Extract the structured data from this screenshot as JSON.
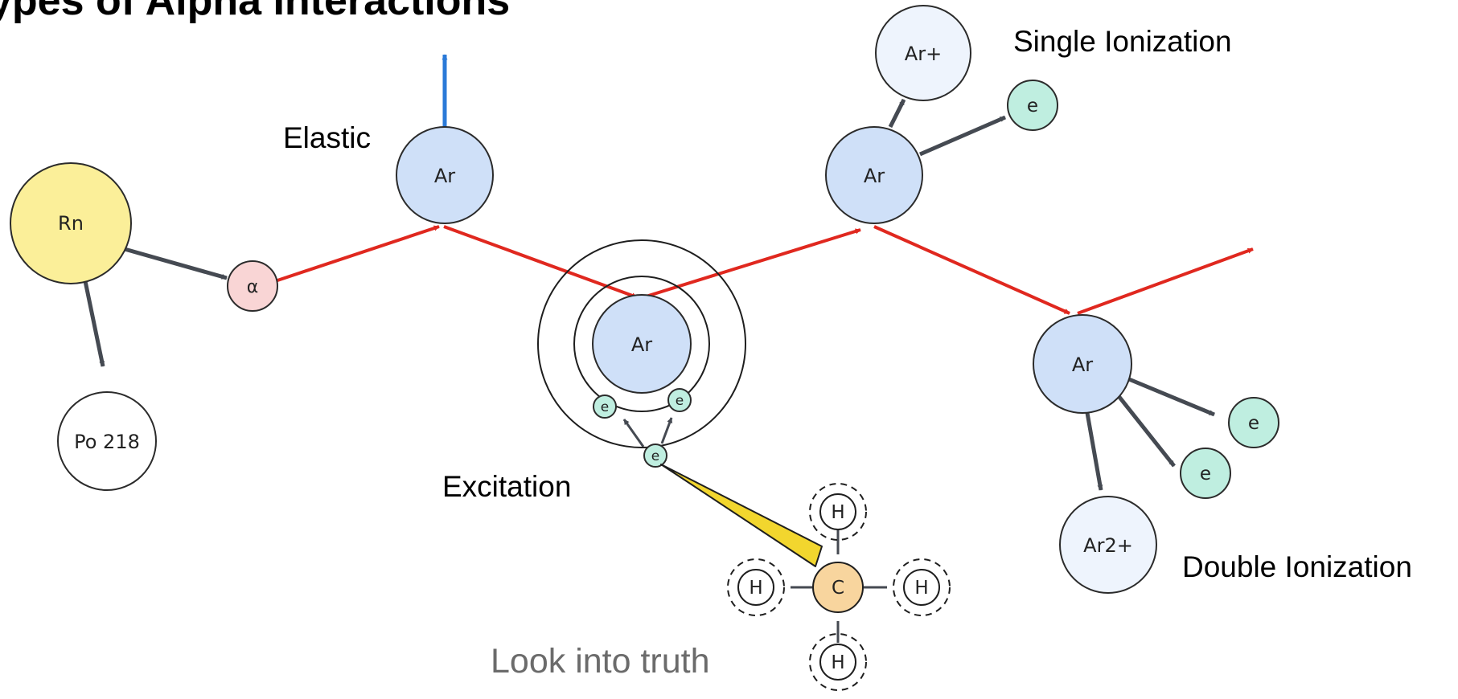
{
  "title_partial": "ypes of Alpha Interactions",
  "labels": {
    "elastic": "Elastic",
    "single_ionization": "Single Ionization",
    "excitation": "Excitation",
    "double_ionization": "Double Ionization",
    "look_into_truth": "Look into truth"
  },
  "nodes": {
    "rn": "Rn",
    "po218": "Po 218",
    "alpha": "α",
    "ar_elastic": "Ar",
    "ar_excited": "Ar",
    "ar_single": "Ar",
    "ar_plus": "Ar+",
    "e_single": "e",
    "ar_double": "Ar",
    "ar2_plus": "Ar2+",
    "e_double_1": "e",
    "e_double_2": "e",
    "e_exc_left": "e",
    "e_exc_right": "e",
    "e_exc_bottom": "e",
    "c": "C",
    "h_top": "H",
    "h_left": "H",
    "h_right": "H",
    "h_bottom": "H"
  },
  "colors": {
    "rn_fill": "#fbef99",
    "alpha_fill": "#f9d5d5",
    "ar_fill": "#cfe0f8",
    "ion_fill": "#eef4fd",
    "electron_fill": "#bfeee0",
    "carbon_fill": "#f8d59e",
    "alpha_track": "#e0281f",
    "recoil": "#2a7ad8",
    "decay_arrow": "#454a52",
    "photon": "#f2d62e"
  }
}
